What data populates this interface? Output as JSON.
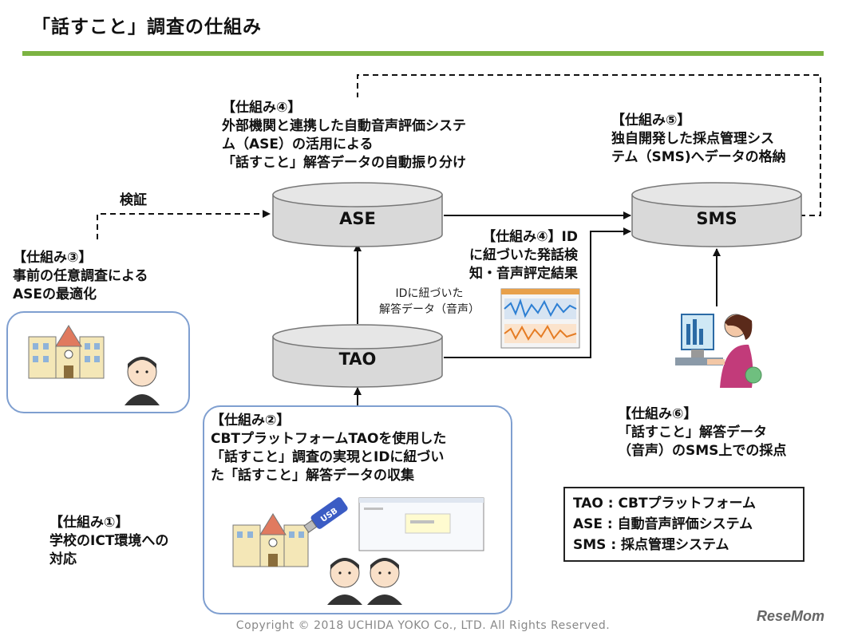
{
  "header": {
    "title": "「話すこと」調査の仕組み"
  },
  "nodes": {
    "ase": "ASE",
    "sms": "SMS",
    "tao": "TAO"
  },
  "notes": {
    "mech4": [
      "【仕組み④】",
      "外部機関と連携した自動音声評価システ",
      "ム（ASE）の活用による",
      "「話すこと」解答データの自動振り分け"
    ],
    "mech5": [
      "【仕組み⑤】",
      "独自開発した採点管理シス",
      "テム（SMS)へデータの格納"
    ],
    "mech3": [
      "【仕組み③】",
      "事前の任意調査による",
      "ASEの最適化"
    ],
    "mech4b": [
      "【仕組み④】ID",
      "に紐づいた発話検",
      "知・音声評定結果"
    ],
    "mech2": [
      "【仕組み②】",
      "CBTプラットフォームTAOを使用した",
      "「話すこと」調査の実現とIDに紐づい",
      "た「話すこと」解答データの収集"
    ],
    "mech1": [
      "【仕組み①】",
      "学校のICT環境への",
      "対応"
    ],
    "mech6": [
      "【仕組み⑥】",
      "「話すこと」解答データ",
      "（音声）のSMS上での採点"
    ]
  },
  "labels": {
    "verify": "検証",
    "audio_data": [
      "IDに紐づいた",
      "解答データ（音声）"
    ],
    "usb": "USB"
  },
  "legend": [
    "TAO : CBTプラットフォーム",
    "ASE : 自動音声評価システム",
    "SMS : 採点管理システム"
  ],
  "footer": {
    "copyright": "Copyright © 2018 UCHIDA YOKO Co., LTD. All Rights Reserved.",
    "logo": "ReseMom"
  },
  "colors": {
    "accent_bar": "#7cb342",
    "cylinder_fill": "#d9d9d9",
    "panel_border": "#7f9fd0"
  },
  "icons": [
    "school-building-icon",
    "student-icon",
    "usb-icon",
    "laptop-screen-icon",
    "waveform-icon",
    "operator-at-computer-icon"
  ]
}
